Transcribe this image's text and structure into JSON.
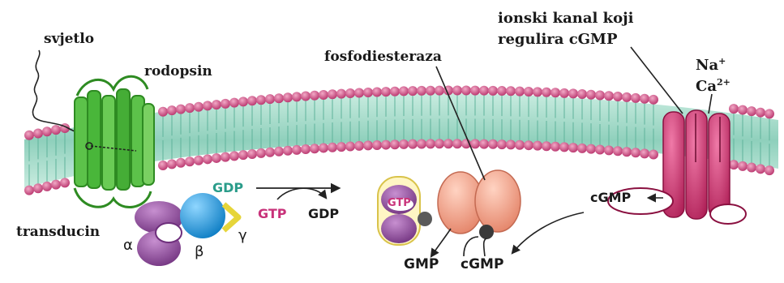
{
  "labels": {
    "light": "svjetlo",
    "rhodopsin": "rodopsin",
    "phosphodiesterase": "fosfodiesteraza",
    "channel_line1": "ionski kanal koji",
    "channel_line2": "regulira cGMP",
    "na": "Na",
    "na_charge": "+",
    "ca": "Ca",
    "ca_charge": "2+",
    "transducin": "transducin",
    "alpha": "α",
    "beta": "β",
    "gamma": "γ",
    "gdp_bound": "GDP",
    "gtp": "GTP",
    "gdp_released": "GDP",
    "gtp_bound": "GTP",
    "gmp": "GMP",
    "cgmp_product": "cGMP",
    "cgmp_channel": "cGMP"
  },
  "colors": {
    "membrane_head": "#c8487e",
    "membrane_tail": "#9bd7c4",
    "rhodopsin": "#4bb83a",
    "transducin_alpha": "#8e4a9a",
    "transducin_beta": "#1e9be0",
    "transducin_gamma": "#e6d53a",
    "pde": "#f3a48c",
    "channel": "#d12a6a",
    "gdp_text": "#2a9c8a",
    "gtp_text": "#c8327a"
  }
}
